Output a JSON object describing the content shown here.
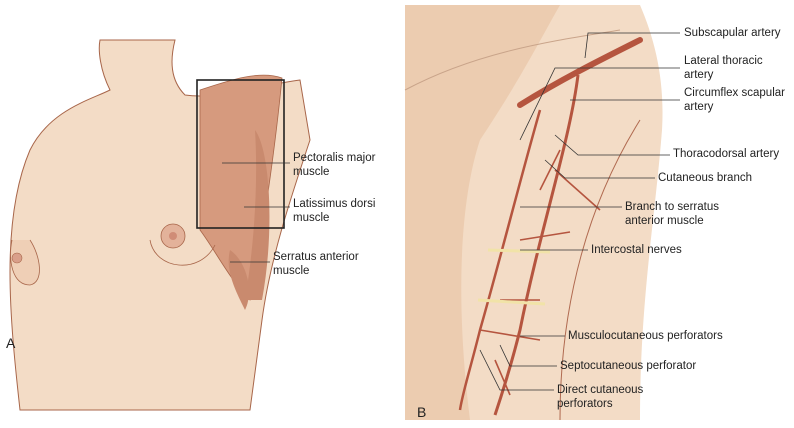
{
  "panel_a": {
    "letter": "A",
    "labels": [
      {
        "line1": "Pectoralis major",
        "line2": "muscle"
      },
      {
        "line1": "Latissimus dorsi",
        "line2": "muscle"
      },
      {
        "line1": "Serratus anterior",
        "line2": "muscle"
      }
    ]
  },
  "panel_b": {
    "letter": "B",
    "labels": [
      {
        "line1": "Subscapular artery",
        "line2": ""
      },
      {
        "line1": "Lateral thoracic",
        "line2": "artery"
      },
      {
        "line1": "Circumflex scapular",
        "line2": "artery"
      },
      {
        "line1": "Thoracodorsal artery",
        "line2": ""
      },
      {
        "line1": "Cutaneous branch",
        "line2": ""
      },
      {
        "line1": "Branch to serratus",
        "line2": "anterior muscle"
      },
      {
        "line1": "Intercostal nerves",
        "line2": ""
      },
      {
        "line1": "Musculocutaneous perforators",
        "line2": ""
      },
      {
        "line1": "Septocutaneous perforator",
        "line2": ""
      },
      {
        "line1": "Direct cutaneous",
        "line2": "perforators"
      }
    ]
  },
  "colors": {
    "skin": "#f3dcc6",
    "skin_shadow": "#e6c2a3",
    "muscle": "#c98a6e",
    "artery": "#b5553f",
    "nerve": "#f1e3a8",
    "line": "#333333"
  }
}
